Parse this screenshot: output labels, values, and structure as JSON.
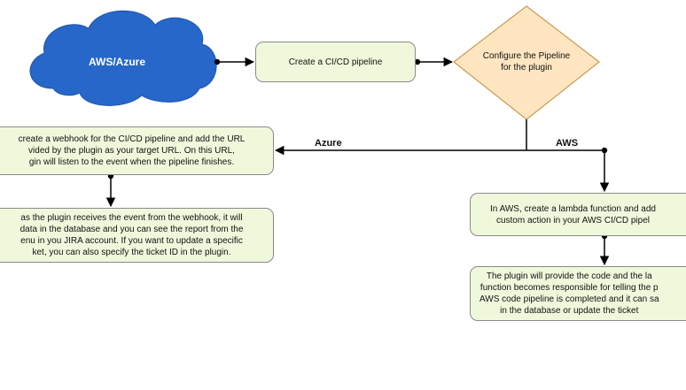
{
  "cloud": {
    "label": "AWS/Azure",
    "fill": "#2667c9"
  },
  "process_pipeline": {
    "label": "Create a CI/CD pipeline"
  },
  "decision": {
    "line1": "Configure the Pipeline",
    "line2": "for the plugin",
    "fill": "#ffe6c0",
    "stroke": "#c89a52"
  },
  "branches": {
    "azure_label": "Azure",
    "aws_label": "AWS"
  },
  "azure_webhook": {
    "lines": [
      "create a webhook for the CI/CD pipeline and add the URL",
      "vided by the plugin as your target URL. On this URL,",
      "gin will listen to the event when the pipeline finishes."
    ]
  },
  "azure_report": {
    "lines": [
      "as the plugin receives the event from the webhook, it will",
      "data in the database and you can see the report from the",
      "enu in you JIRA account. If you want to update a specific",
      "ket, you can also specify the ticket ID in the plugin."
    ]
  },
  "aws_lambda": {
    "lines": [
      "In AWS, create a lambda function and add",
      "custom action in your AWS CI/CD pipel"
    ]
  },
  "aws_code": {
    "lines": [
      "The plugin will provide the code and the la",
      "function becomes responsible for telling the p",
      "AWS code pipeline is completed and it can sa",
      "in the database or update the ticket"
    ]
  },
  "colors": {
    "node_fill": "#f0f8dc",
    "node_border": "#8a8a8a",
    "connector": "#000000"
  }
}
